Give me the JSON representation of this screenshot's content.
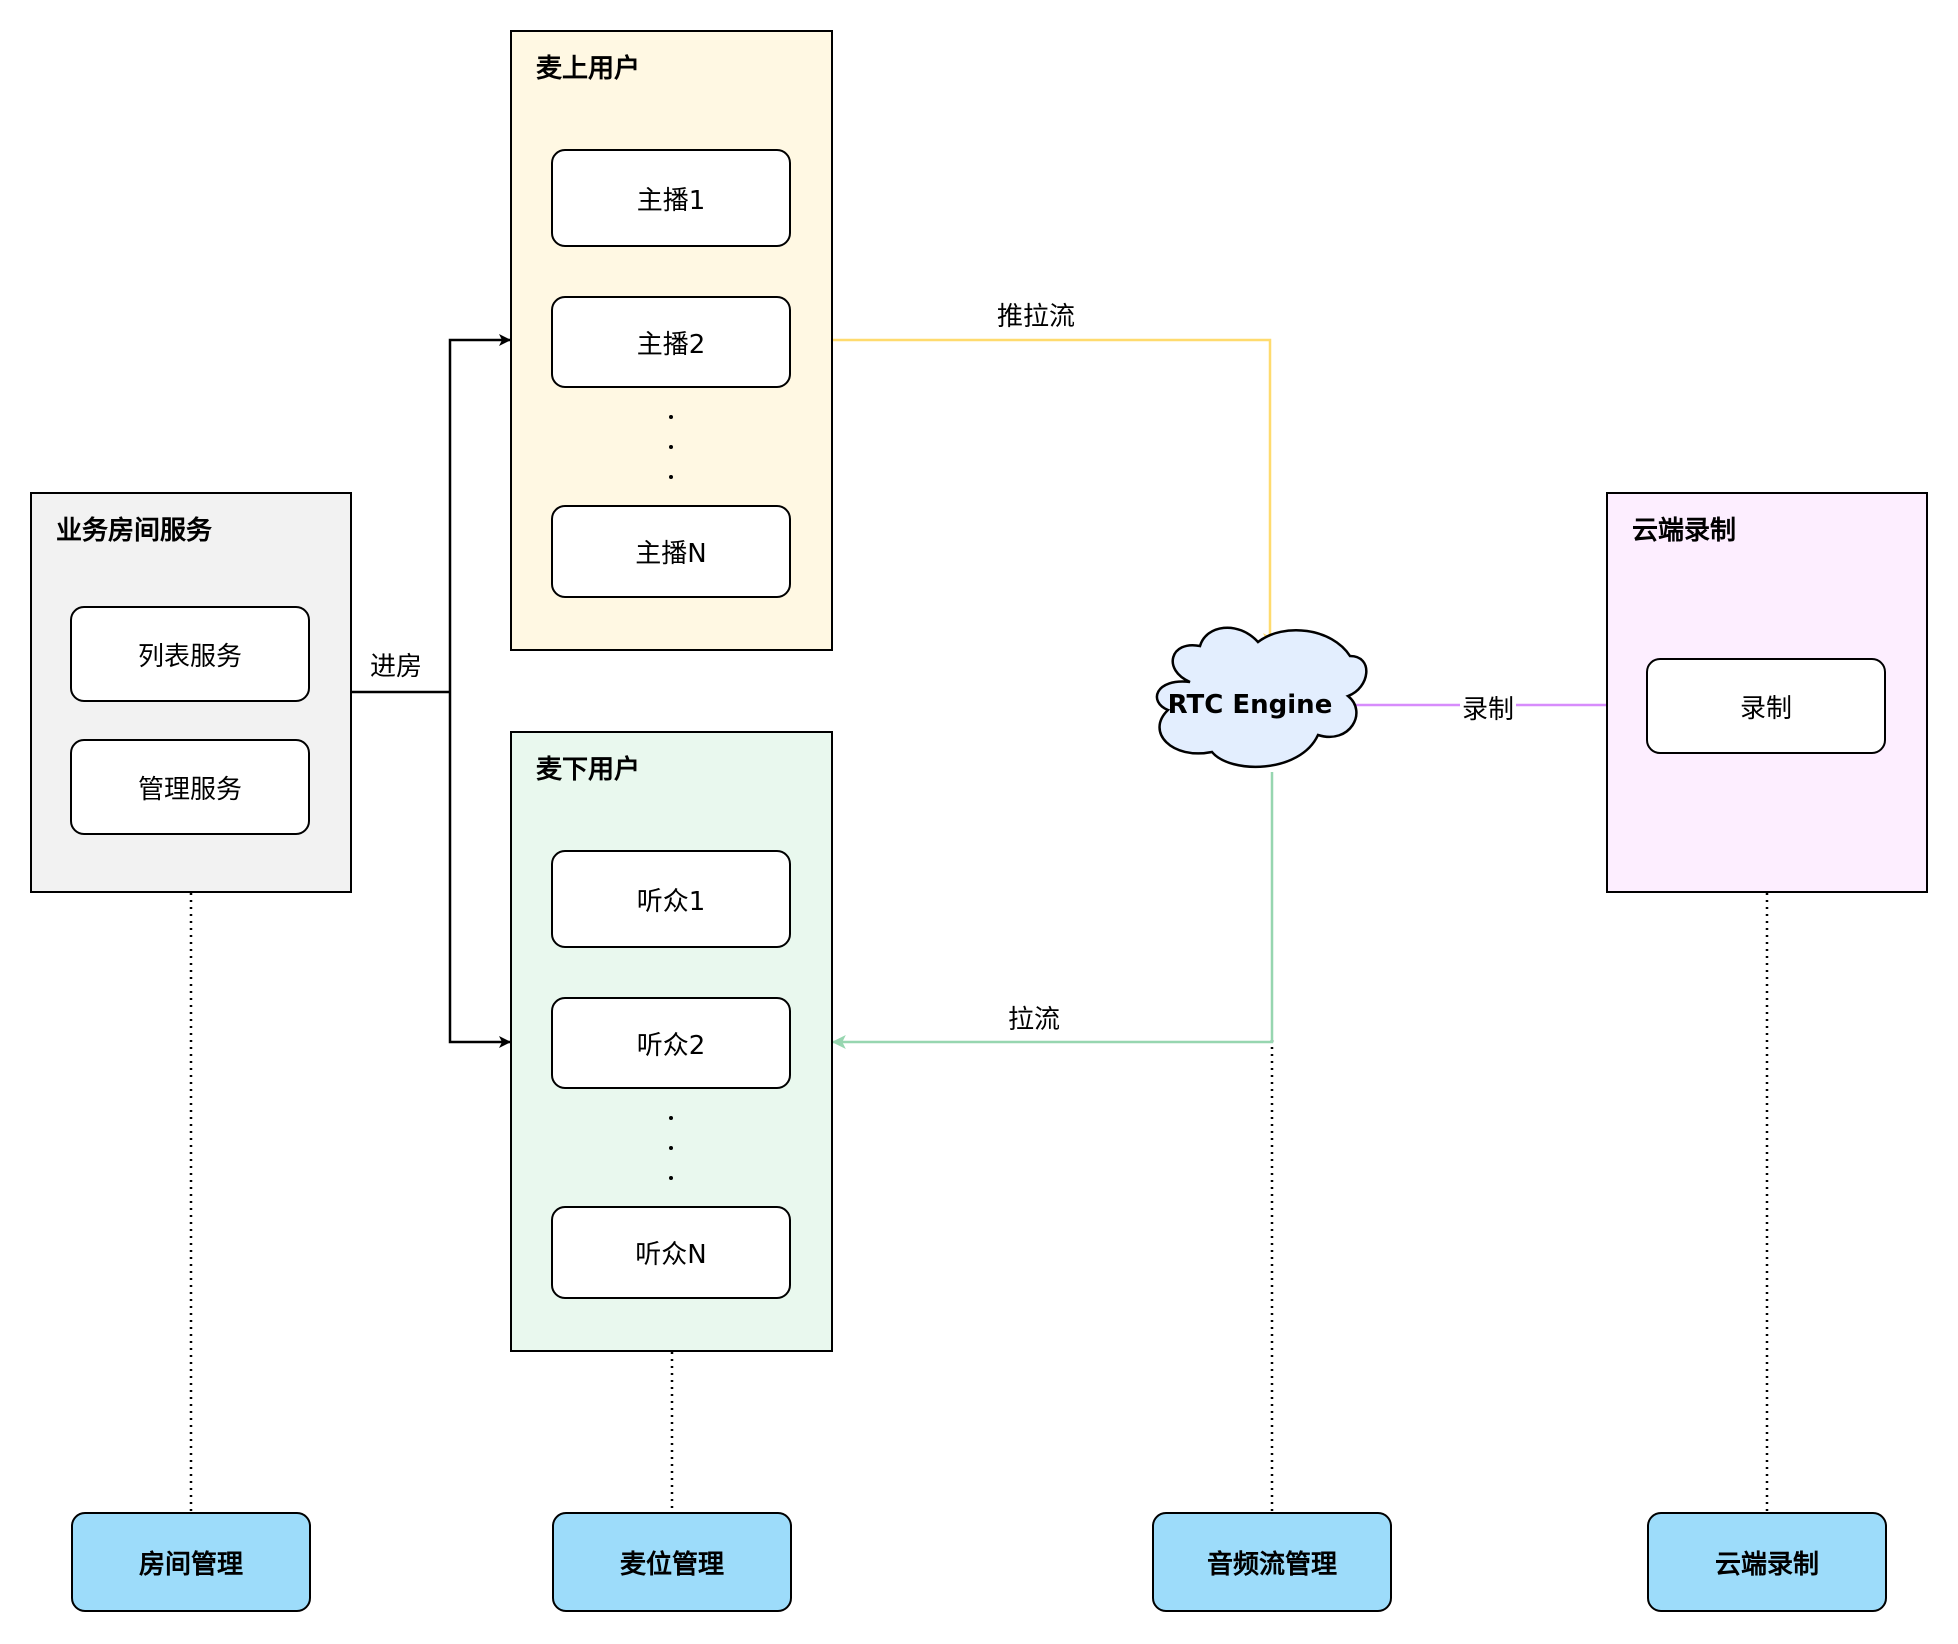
{
  "containers": {
    "business": {
      "title": "业务房间服务",
      "fill": "#f2f2f2",
      "items": [
        "列表服务",
        "管理服务"
      ]
    },
    "on_mic": {
      "title": "麦上用户",
      "fill": "#fff8e3",
      "items": [
        "主播1",
        "主播2",
        "主播N"
      ]
    },
    "off_mic": {
      "title": "麦下用户",
      "fill": "#e9f8ee",
      "items": [
        "听众1",
        "听众2",
        "听众N"
      ]
    },
    "cloud_rec": {
      "title": "云端录制",
      "fill": "#fdeeff",
      "items": [
        "录制"
      ]
    }
  },
  "engine": {
    "label": "RTC Engine",
    "fill": "#e3eefe"
  },
  "edges": {
    "enter_room": "进房",
    "push_pull": "推拉流",
    "pull": "拉流",
    "record": "录制"
  },
  "edge_colors": {
    "push_pull": "#ffdb6e",
    "pull": "#97d6b0",
    "record": "#d78cfc",
    "enter_room": "#000000"
  },
  "footers": [
    "房间管理",
    "麦位管理",
    "音频流管理",
    "云端录制"
  ]
}
